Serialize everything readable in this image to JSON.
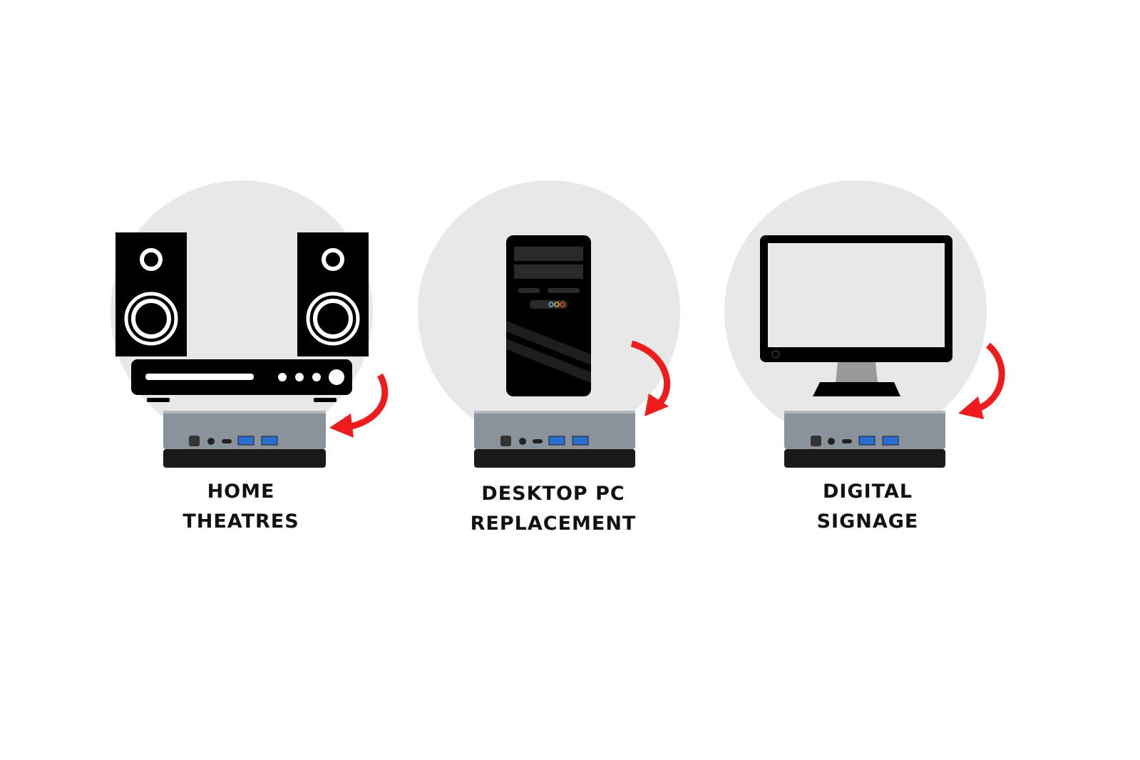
{
  "uses": [
    {
      "id": "home-theatres",
      "line1": "HOME",
      "line2": "THEATRES",
      "icon": "speakers-and-receiver-icon"
    },
    {
      "id": "desktop-pc-replacement",
      "line1": "DESKTOP PC",
      "line2": "REPLACEMENT",
      "icon": "tower-pc-icon"
    },
    {
      "id": "digital-signage",
      "line1": "DIGITAL",
      "line2": "SIGNAGE",
      "icon": "monitor-icon"
    }
  ],
  "colors": {
    "circle": "#e8e8e8",
    "arrow": "#ee1c1c",
    "device_body": "#8a929c",
    "device_base": "#1a1a1a",
    "usb_blue": "#2a6fd0"
  }
}
